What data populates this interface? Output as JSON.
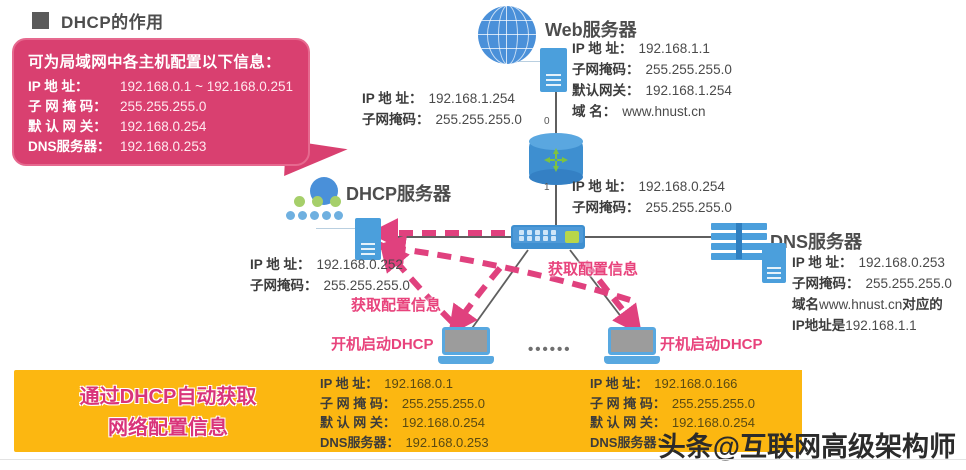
{
  "title": {
    "text": "DHCP的作用",
    "marker": "square-bullet"
  },
  "bubble": {
    "heading": "可为局域网中各主机配置以下信息：",
    "lines": [
      {
        "label": "IP 地   址：",
        "value": "192.168.0.1 ~ 192.168.0.251"
      },
      {
        "label": "子 网 掩 码：",
        "value": "255.255.255.0"
      },
      {
        "label": "默 认 网 关：",
        "value": "192.168.0.254"
      },
      {
        "label": "DNS服务器：",
        "value": "192.168.0.253"
      }
    ],
    "bg_color": "#d94070"
  },
  "web_server": {
    "name": "Web服务器",
    "icon": "globe-icon",
    "lines": [
      {
        "label": "IP 地  址：",
        "value": "192.168.1.1"
      },
      {
        "label": "子网掩码：",
        "value": "255.255.255.0"
      },
      {
        "label": "默认网关：",
        "value": "192.168.1.254"
      },
      {
        "label": "域      名：",
        "value": "www.hnust.cn"
      }
    ]
  },
  "router": {
    "icon": "router-icon",
    "port_top": "0",
    "port_bottom": "1",
    "wan_lines": [
      {
        "label": "IP 地  址：",
        "value": "192.168.1.254"
      },
      {
        "label": "子网掩码：",
        "value": "255.255.255.0"
      }
    ],
    "lan_lines": [
      {
        "label": "IP 地  址：",
        "value": "192.168.0.254"
      },
      {
        "label": "子网掩码：",
        "value": "255.255.255.0"
      }
    ]
  },
  "dhcp_server": {
    "name": "DHCP服务器",
    "icon": "dhcp-server-icon",
    "lines": [
      {
        "label": "IP 地  址：",
        "value": "192.168.0.252"
      },
      {
        "label": "子网掩码：",
        "value": "255.255.255.0"
      }
    ]
  },
  "dns_server": {
    "name": "DNS服务器",
    "icon": "dns-server-icon",
    "lines": [
      {
        "label": "IP 地  址：",
        "value": "192.168.0.253"
      },
      {
        "label": "子网掩码：",
        "value": "255.255.255.0"
      }
    ],
    "note_line1_bold_a": "域名",
    "note_line1_mono": "www.hnust.cn",
    "note_line1_bold_b": "对应的",
    "note_line2_bold": "IP地址是",
    "note_line2_mono": "192.168.1.1"
  },
  "switch": {
    "icon": "switch-icon"
  },
  "flows": {
    "get_config_left": "获取配置信息",
    "get_config_right": "获取配置信息",
    "boot_dhcp_left": "开机启动DHCP",
    "boot_dhcp_right": "开机启动DHCP",
    "ellipsis": "••••••",
    "label_color": "#e8437c"
  },
  "banner": {
    "title_line1": "通过DHCP自动获取",
    "title_line2": "网络配置信息",
    "bg_color": "#fcb711",
    "title_color": "#d9347a",
    "client_left": [
      {
        "label": "IP 地   址：",
        "value": "192.168.0.1"
      },
      {
        "label": "子 网 掩 码：",
        "value": "255.255.255.0"
      },
      {
        "label": "默 认 网 关：",
        "value": "192.168.0.254"
      },
      {
        "label": "DNS服务器：",
        "value": "192.168.0.253"
      }
    ],
    "client_right": [
      {
        "label": "IP 地   址：",
        "value": "192.168.0.166"
      },
      {
        "label": "子 网 掩 码：",
        "value": "255.255.255.0"
      },
      {
        "label": "默 认 网 关：",
        "value": "192.168.0.254"
      },
      {
        "label": "DNS服务器：",
        "value": ""
      }
    ]
  },
  "watermark": {
    "text_prefix": "头条",
    "text_at": "@",
    "text_main": "互联网高级架构师"
  }
}
